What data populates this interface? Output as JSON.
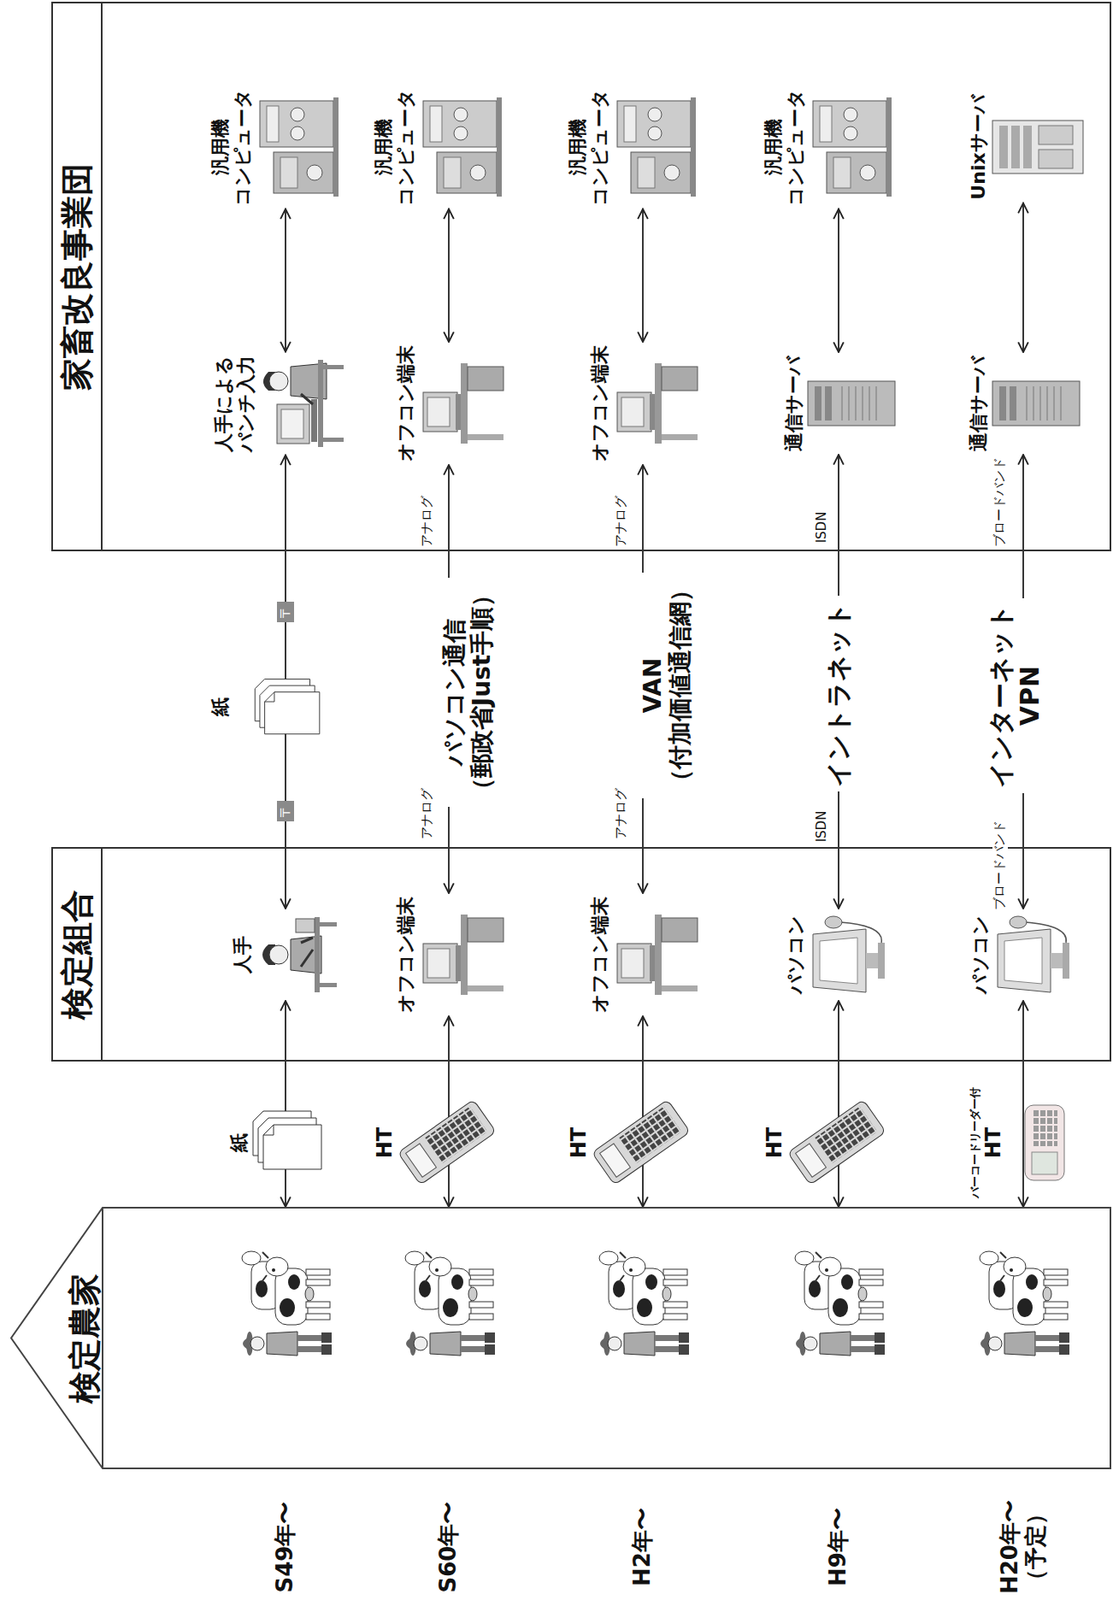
{
  "diagram": {
    "nodes": [
      {
        "text": [
          "検定農家"
        ]
      },
      {
        "text": [
          "検定組合"
        ]
      },
      {
        "text": [
          "家畜改良事業団"
        ]
      },
      {
        "text": [
          "紙"
        ]
      },
      {
        "text": [
          "人手"
        ],
        "in": 1
      },
      {
        "text": [
          "人手による パンチ入力"
        ],
        "in": 2
      },
      {
        "text": [
          "汎用機 コンピュータ"
        ],
        "in": 2
      },
      {
        "text": [
          "HT"
        ]
      },
      {
        "text": [
          "オフコン端末"
        ],
        "in": 1
      },
      {
        "text": [
          "オフコン端末"
        ],
        "in": 2
      },
      {
        "text": [
          "汎用機 コンピュータ"
        ],
        "in": 2
      },
      {
        "text": [
          "HT"
        ]
      },
      {
        "text": [
          "オフコン端末"
        ],
        "in": 1
      },
      {
        "text": [
          "オフコン端末"
        ],
        "in": 2
      },
      {
        "text": [
          "汎用機 コンピュータ"
        ],
        "in": 2
      },
      {
        "text": [
          "HT"
        ]
      },
      {
        "text": [
          "パソコン"
        ],
        "in": 1
      },
      {
        "text": [
          "通信サーバ"
        ],
        "in": 2
      },
      {
        "text": [
          "汎用機 コンピュータ"
        ],
        "in": 2
      },
      {
        "text": [
          "バーコードリーダー付",
          "HT"
        ]
      },
      {
        "text": [
          "パソコン"
        ],
        "in": 1
      },
      {
        "text": [
          "通信サーバ"
        ],
        "in": 2
      },
      {
        "text": [
          "Unixサーバ"
        ],
        "in": 2
      }
    ],
    "edges": [
      {
        "from": 0,
        "to": 4,
        "arrow": "both"
      },
      {
        "from": 4,
        "to": 5,
        "label": "紙",
        "arrow": "both"
      },
      {
        "from": 5,
        "to": 6,
        "arrow": "both"
      },
      {
        "from": 0,
        "to": 8,
        "arrow": "both"
      },
      {
        "from": 8,
        "to": 9,
        "label": "パソコン通信 （郵政省Just手順）",
        "arrow": "both"
      },
      {
        "from": 9,
        "to": 10,
        "arrow": "both"
      },
      {
        "from": 0,
        "to": 12,
        "arrow": "both"
      },
      {
        "from": 12,
        "to": 13,
        "label": "VAN （付加価値通信網）",
        "arrow": "both"
      },
      {
        "from": 13,
        "to": 14,
        "arrow": "both"
      },
      {
        "from": 0,
        "to": 16,
        "arrow": "both"
      },
      {
        "from": 16,
        "to": 17,
        "label": "イントラネット",
        "arrow": "both"
      },
      {
        "from": 17,
        "to": 18,
        "arrow": "both"
      },
      {
        "from": 0,
        "to": 20,
        "arrow": "both"
      },
      {
        "from": 20,
        "to": 21,
        "label": "インターネット VPN",
        "arrow": "both"
      },
      {
        "from": 21,
        "to": 22,
        "arrow": "both"
      }
    ],
    "labels": [
      "S49年〜",
      "S60年〜",
      "H2年〜",
      "H9年〜",
      "H20年〜 （予定）",
      "〒",
      "〒",
      "アナログ",
      "アナログ",
      "アナログ",
      "アナログ",
      "ISDN",
      "ISDN",
      "ブロードバンド",
      "ブロードバンド"
    ]
  }
}
